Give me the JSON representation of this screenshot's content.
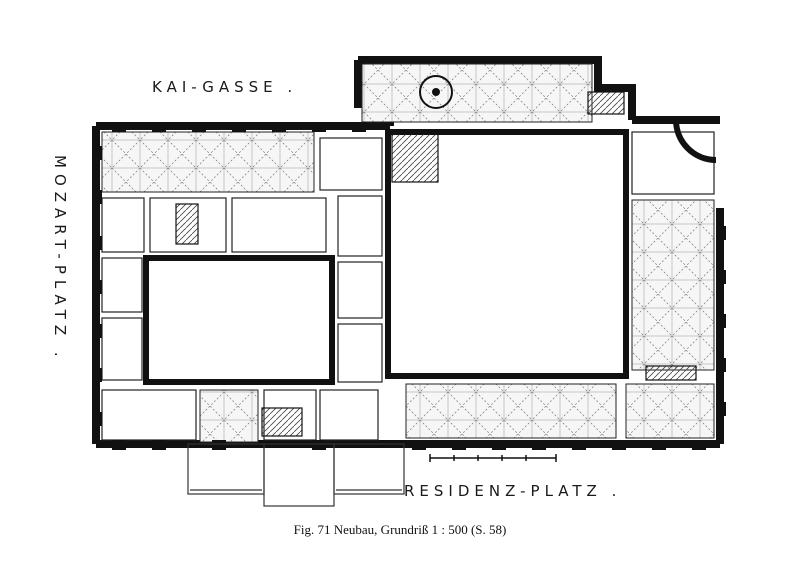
{
  "labels": {
    "street_north": "KAI-GASSE .",
    "street_west": "MOZART-PLATZ .",
    "street_south": "RESIDENZ-PLATZ .",
    "caption": "Fig. 71  Neubau, Grundriß 1 : 500 (S. 58)"
  },
  "colors": {
    "ink": "#111111",
    "paper": "#ffffff",
    "fill": "#f2f2f2"
  }
}
